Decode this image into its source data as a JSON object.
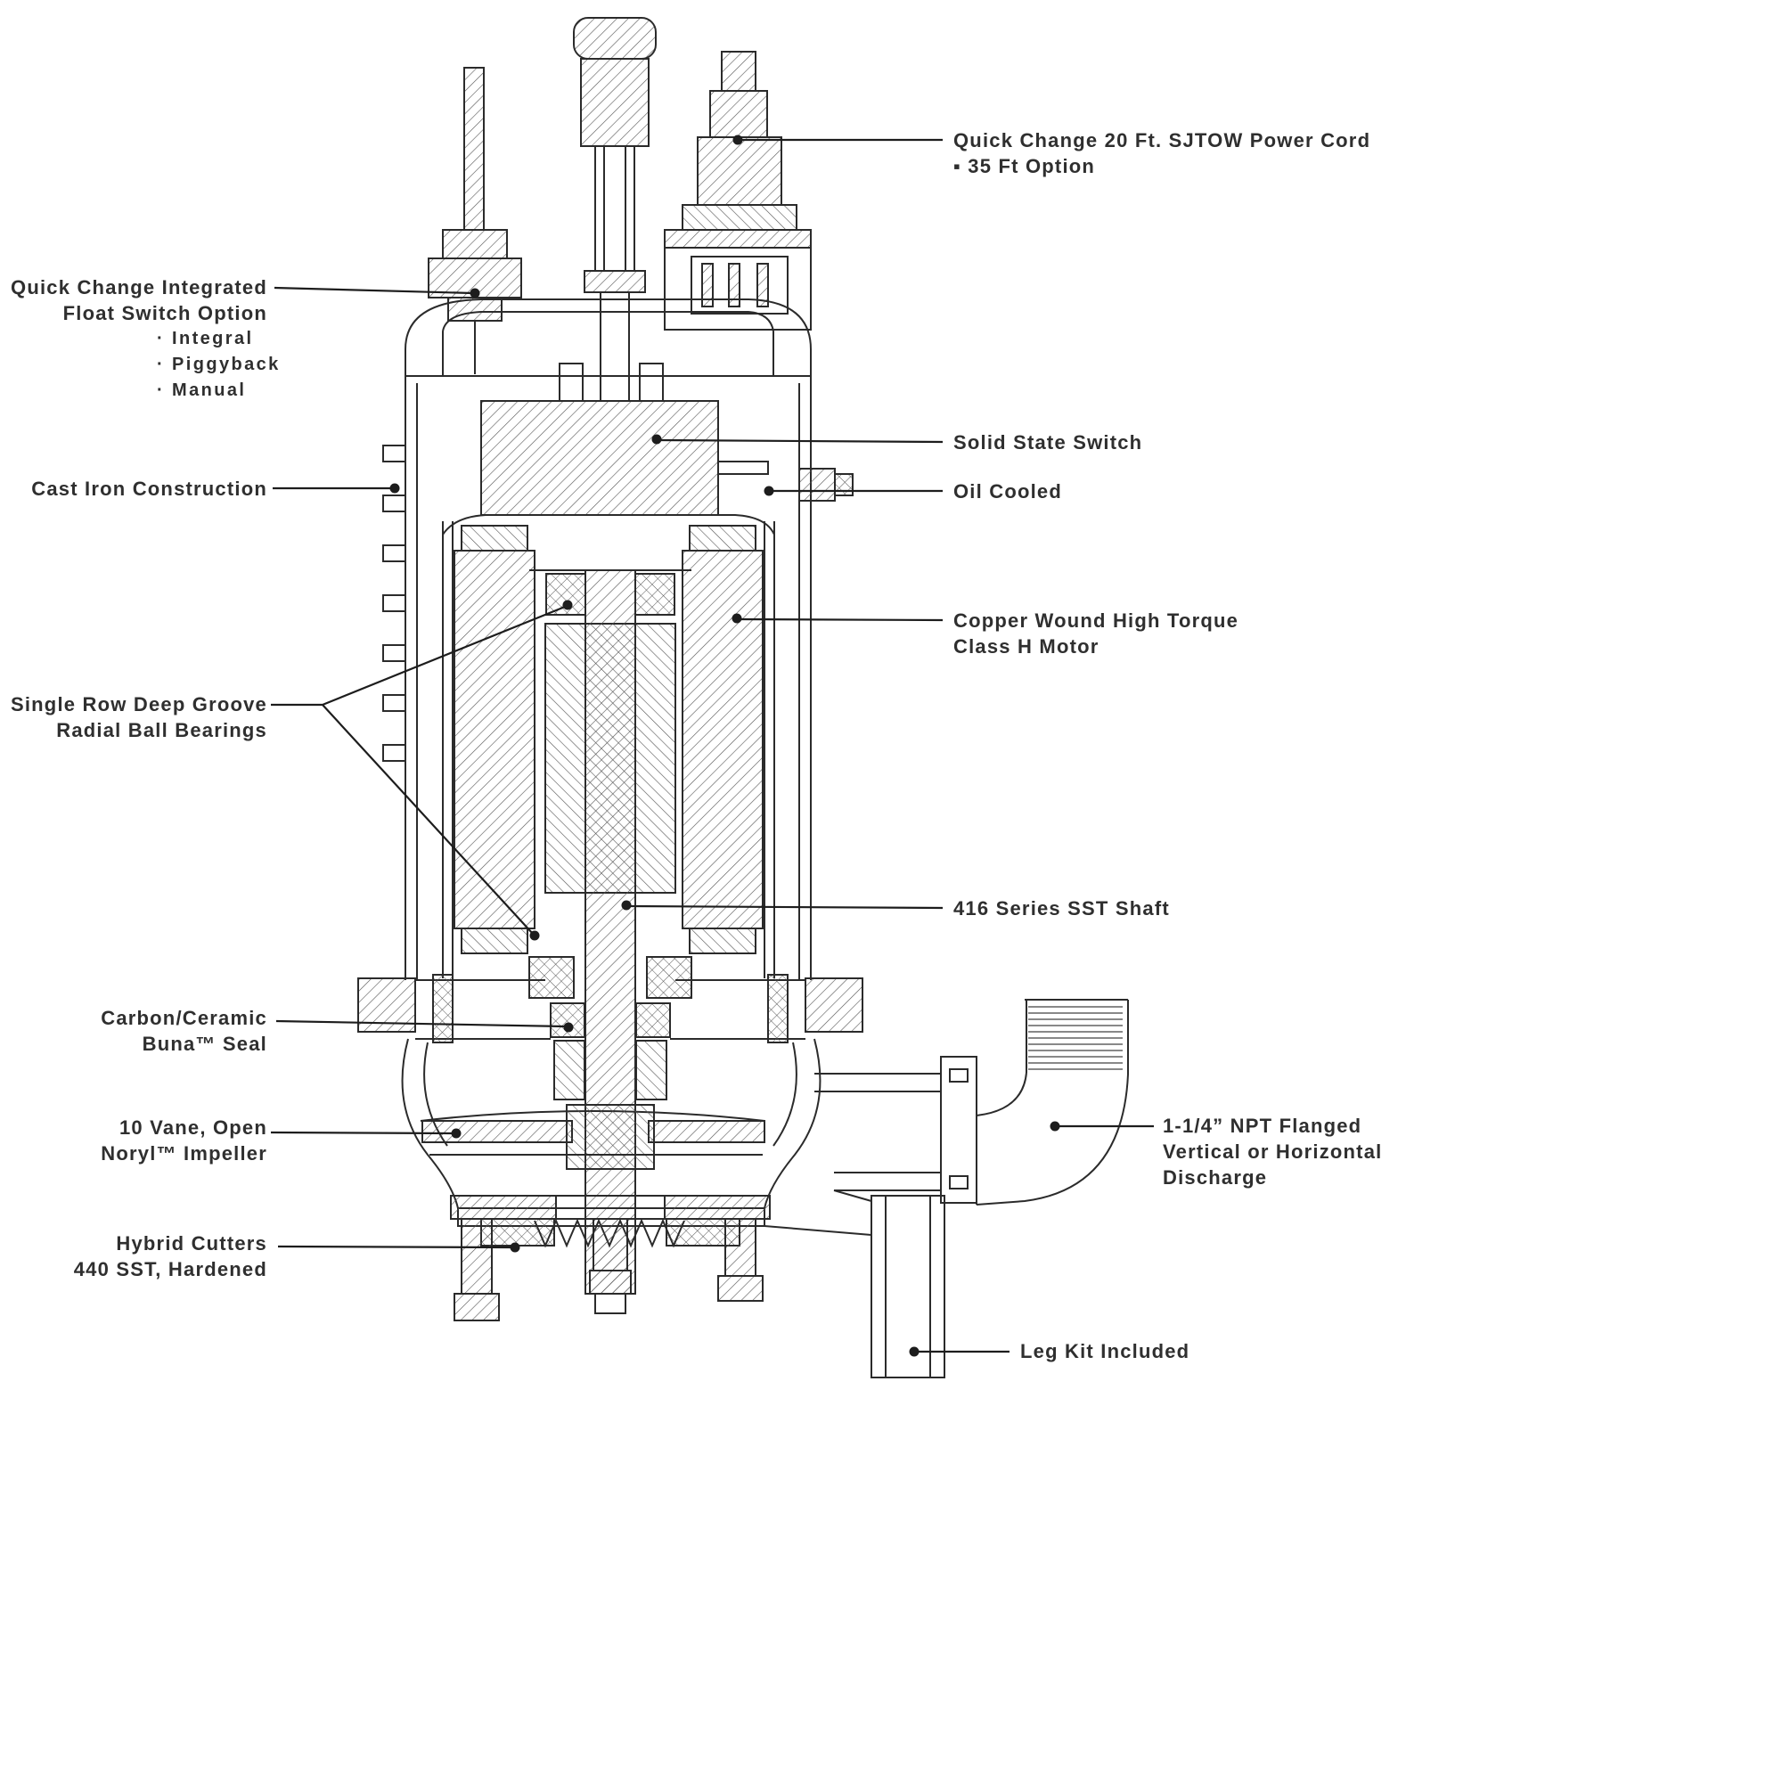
{
  "diagram": {
    "ink_color": "#2b2b2b",
    "background_color": "#ffffff",
    "callouts": {
      "float_switch": {
        "line1": "Quick Change Integrated",
        "line2": "Float Switch Option",
        "bullet1": "· Integral",
        "bullet2": "· Piggyback",
        "bullet3": "· Manual"
      },
      "cast_iron": {
        "line1": "Cast Iron Construction"
      },
      "bearings": {
        "line1": "Single Row Deep Groove",
        "line2": "Radial Ball Bearings"
      },
      "seal": {
        "line1": "Carbon/Ceramic",
        "line2": "Buna™ Seal"
      },
      "impeller": {
        "line1": "10 Vane, Open",
        "line2": "Noryl™ Impeller"
      },
      "cutters": {
        "line1": "Hybrid Cutters",
        "line2": "440 SST, Hardened"
      },
      "power_cord": {
        "line1": "Quick Change 20 Ft. SJTOW Power Cord",
        "line2": "▪ 35 Ft Option"
      },
      "solid_state_switch": {
        "line1": "Solid State Switch"
      },
      "oil_cooled": {
        "line1": "Oil Cooled"
      },
      "motor": {
        "line1": "Copper Wound High Torque",
        "line2": "Class H Motor"
      },
      "shaft": {
        "line1": "416 Series SST Shaft"
      },
      "discharge": {
        "line1": "1-1/4” NPT Flanged",
        "line2": "Vertical or Horizontal",
        "line3": "Discharge"
      },
      "leg_kit": {
        "line1": "Leg Kit Included"
      }
    }
  }
}
